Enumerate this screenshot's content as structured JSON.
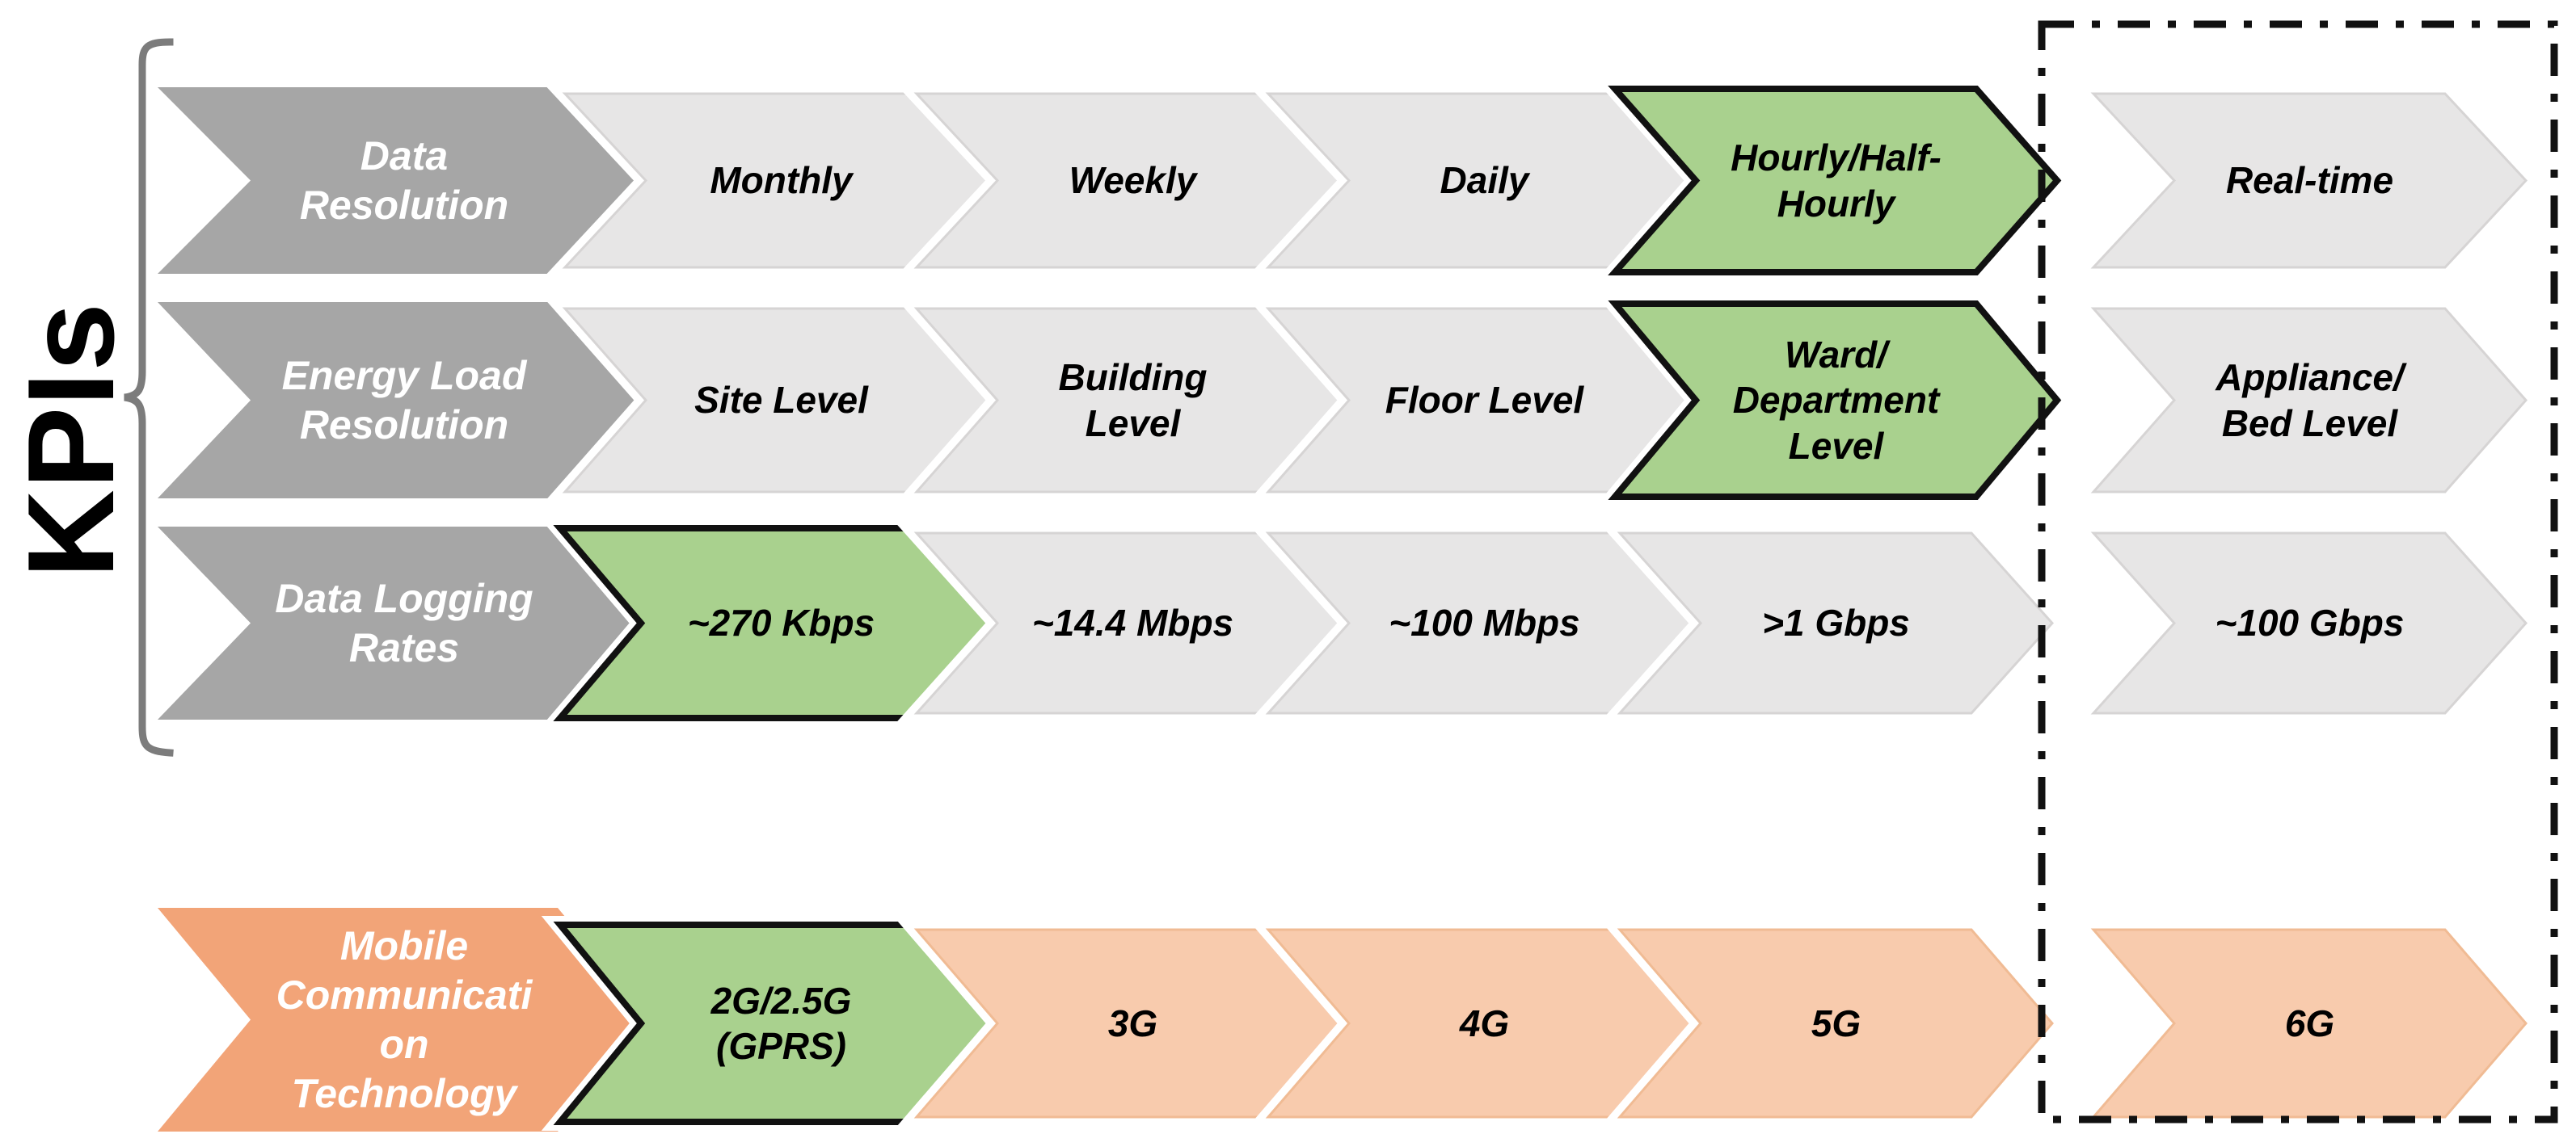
{
  "kpi_group_label": "KPIs",
  "colors": {
    "lead_gray": "#A6A6A6",
    "light_gray": "#E7E6E6",
    "light_gray_edge": "#D6D4D4",
    "green": "#A9D18E",
    "green_border": "#111111",
    "lead_orange": "#F2A478",
    "light_orange": "#F8CBAD",
    "light_orange_edge": "#F0BB94",
    "lead_text": "#FFFFFF",
    "item_text": "#000000",
    "bracket_gray": "#7C7C7C",
    "dash_box_black": "#111111"
  },
  "rows": [
    {
      "name": "data-resolution",
      "lead": {
        "label": "Data\nResolution",
        "variant": "gray"
      },
      "items": [
        {
          "label": "Monthly",
          "variant": "light-gray"
        },
        {
          "label": "Weekly",
          "variant": "light-gray"
        },
        {
          "label": "Daily",
          "variant": "light-gray"
        },
        {
          "label": "Hourly/Half-\nHourly",
          "variant": "green"
        },
        {
          "label": "Real-time",
          "variant": "light-gray"
        }
      ]
    },
    {
      "name": "energy-load-resolution",
      "lead": {
        "label": "Energy Load\nResolution",
        "variant": "gray"
      },
      "items": [
        {
          "label": "Site Level",
          "variant": "light-gray"
        },
        {
          "label": "Building\nLevel",
          "variant": "light-gray"
        },
        {
          "label": "Floor Level",
          "variant": "light-gray"
        },
        {
          "label": "Ward/\nDepartment\nLevel",
          "variant": "green"
        },
        {
          "label": "Appliance/\nBed Level",
          "variant": "light-gray"
        }
      ]
    },
    {
      "name": "data-logging-rates",
      "lead": {
        "label": "Data Logging\nRates",
        "variant": "gray"
      },
      "items": [
        {
          "label": "~270 Kbps",
          "variant": "green"
        },
        {
          "label": "~14.4 Mbps",
          "variant": "light-gray"
        },
        {
          "label": "~100 Mbps",
          "variant": "light-gray"
        },
        {
          "label": ">1 Gbps",
          "variant": "light-gray"
        },
        {
          "label": "~100 Gbps",
          "variant": "light-gray"
        }
      ]
    },
    {
      "name": "mobile-communication-technology",
      "lead": {
        "label": "Mobile\nCommunicati\non\nTechnology",
        "variant": "orange"
      },
      "items": [
        {
          "label": "2G/2.5G\n(GPRS)",
          "variant": "green"
        },
        {
          "label": "3G",
          "variant": "light-orange"
        },
        {
          "label": "4G",
          "variant": "light-orange"
        },
        {
          "label": "5G",
          "variant": "light-orange"
        },
        {
          "label": "6G",
          "variant": "light-orange"
        }
      ]
    }
  ]
}
